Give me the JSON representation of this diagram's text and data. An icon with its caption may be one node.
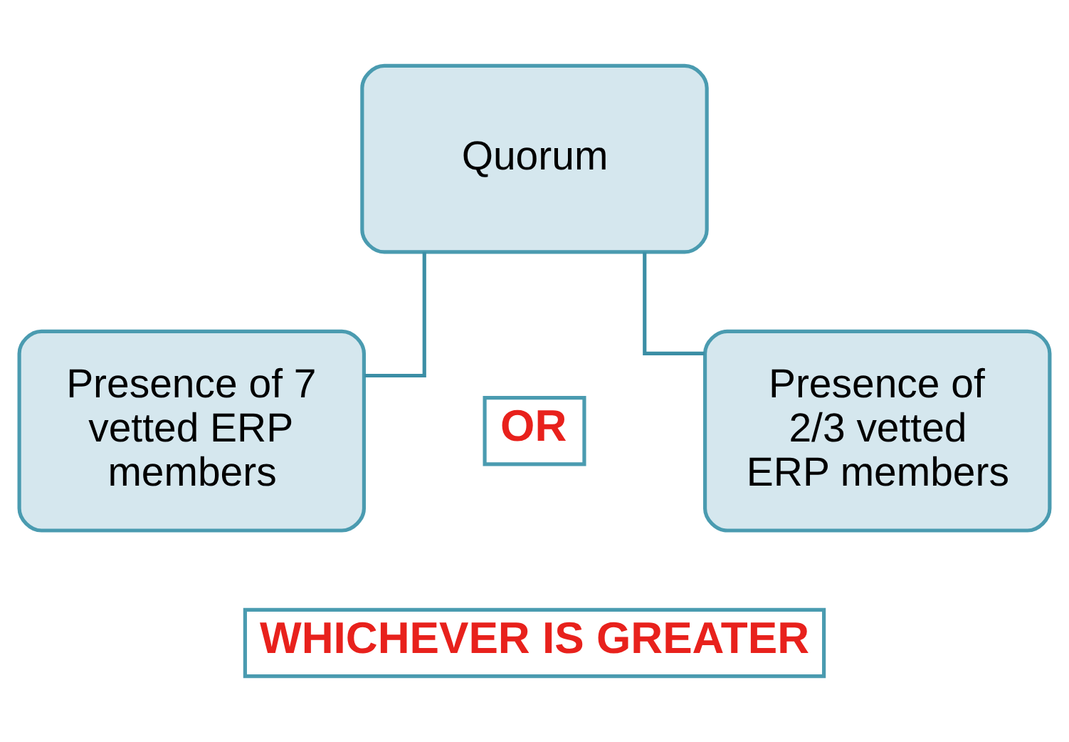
{
  "diagram": {
    "nodes": [
      {
        "text": [
          "Quorum"
        ]
      },
      {
        "text": [
          "Presence of 7 vetted ERP members"
        ]
      },
      {
        "text": [
          "Presence of 2/3 vetted ERP members"
        ]
      }
    ],
    "edges": [
      {
        "from": 0,
        "to": 1,
        "arrow": "none"
      },
      {
        "from": 0,
        "to": 2,
        "arrow": "none"
      }
    ],
    "labels": [
      "OR",
      "WHICHEVER IS GREATER"
    ]
  }
}
